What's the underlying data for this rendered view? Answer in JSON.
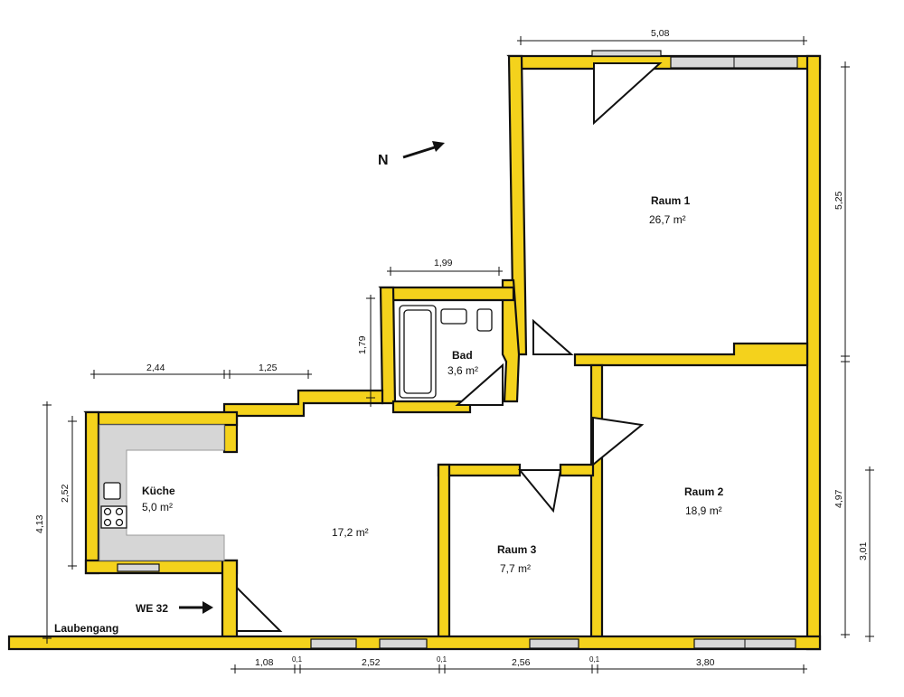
{
  "rooms": {
    "raum1": {
      "name": "Raum 1",
      "area": "26,7 m²"
    },
    "raum2": {
      "name": "Raum 2",
      "area": "18,9 m²"
    },
    "raum3": {
      "name": "Raum 3",
      "area": "7,7 m²"
    },
    "bad": {
      "name": "Bad",
      "area": "3,6 m²"
    },
    "kueche": {
      "name": "Küche",
      "area": "5,0 m²"
    },
    "flur": {
      "area": "17,2 m²"
    }
  },
  "labels": {
    "north": "N",
    "unit": "WE 32",
    "corridor": "Laubengang"
  },
  "dimensions": {
    "top": "5,08",
    "right_upper": "5,25",
    "right_lower": "4,97",
    "right_inner": "3,01",
    "bad_width": "1,99",
    "bad_height": "1,79",
    "kitchen_width": "2,44",
    "step_width": "1,25",
    "left_outer": "4,13",
    "left_inner": "2,52",
    "bottom_1": "1,08",
    "bottom_2": "0,1",
    "bottom_3": "2,52",
    "bottom_4": "0,1",
    "bottom_5": "2,56",
    "bottom_6": "0,1",
    "bottom_7": "3,80"
  },
  "colors": {
    "wall": "#f4d21c",
    "outline": "#111111"
  }
}
